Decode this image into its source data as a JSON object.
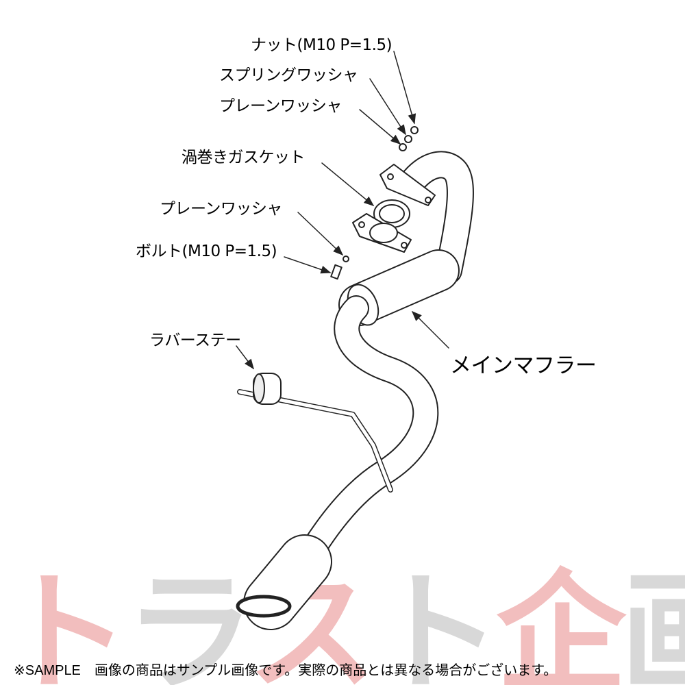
{
  "labels": {
    "nut": "ナット(M10 P=1.5)",
    "spring_washer": "スプリングワッシャ",
    "plain_washer_top": "プレーンワッシャ",
    "gasket": "渦巻きガスケット",
    "plain_washer_bottom": "プレーンワッシャ",
    "bolt": "ボルト(M10 P=1.5)",
    "rubber_stay": "ラバーステー",
    "main_muffler": "メインマフラー"
  },
  "note": "※SAMPLE　画像の商品はサンプル画像です。実際の商品とは異なる場合がございます。",
  "watermark": [
    "ト",
    "ラ",
    "ス",
    "ト",
    "企",
    "画"
  ],
  "colors": {
    "watermark_red": "#d21a1a",
    "watermark_grey": "#777777"
  }
}
